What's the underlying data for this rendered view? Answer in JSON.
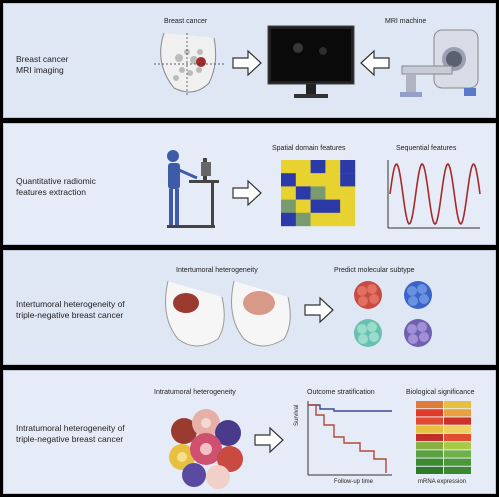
{
  "panels": [
    {
      "title_line1": "Breast cancer",
      "title_line2": "MRI imaging",
      "labels": {
        "breast_cancer": "Breast cancer",
        "mri_machine": "MRI machine"
      }
    },
    {
      "title_line1": "Quantitative radiomic",
      "title_line2": "features extraction",
      "labels": {
        "spatial": "Spatial domain features",
        "sequential": "Sequential features"
      }
    },
    {
      "title_line1": "Intertumoral heterogeneity of",
      "title_line2": "triple-negative breast cancer",
      "labels": {
        "intertumoral": "Intertumoral heterogeneity",
        "predict": "Predict molecular subtype"
      }
    },
    {
      "title_line1": "Intratumoral heterogeneity of",
      "title_line2": "triple-negative breast cancer",
      "labels": {
        "intratumoral": "Intratumoral heterogeneity",
        "outcome": "Outcome stratification",
        "biological": "Biological significance",
        "survival": "Survival",
        "followup": "Follow-up time",
        "mrna": "mRNA expression"
      }
    }
  ],
  "colors": {
    "panel_bg": "#dfe6f4",
    "heatmap_yellow": "#e8d230",
    "heatmap_blue": "#2b3aa8",
    "wave": "#a52a2a",
    "survival_upper": "#3b4a8f",
    "survival_lower": "#b04a3a"
  },
  "heatmap": [
    [
      "y",
      "y",
      "b",
      "y",
      "b"
    ],
    [
      "b",
      "y",
      "y",
      "y",
      "b"
    ],
    [
      "y",
      "b",
      "g",
      "y",
      "y"
    ],
    [
      "g",
      "y",
      "b",
      "b",
      "y"
    ],
    [
      "b",
      "g",
      "y",
      "y",
      "y"
    ]
  ],
  "mrna_rows": [
    [
      "#e07b3a",
      "#e8c040"
    ],
    [
      "#e03a2a",
      "#e8a040"
    ],
    [
      "#e04a30",
      "#d0302a"
    ],
    [
      "#e8c040",
      "#f0d060"
    ],
    [
      "#c03028",
      "#e05030"
    ],
    [
      "#88b040",
      "#a8c848"
    ],
    [
      "#5aa040",
      "#70b048"
    ],
    [
      "#3c8a30",
      "#4a9838"
    ],
    [
      "#2e7a28",
      "#3a8830"
    ]
  ]
}
